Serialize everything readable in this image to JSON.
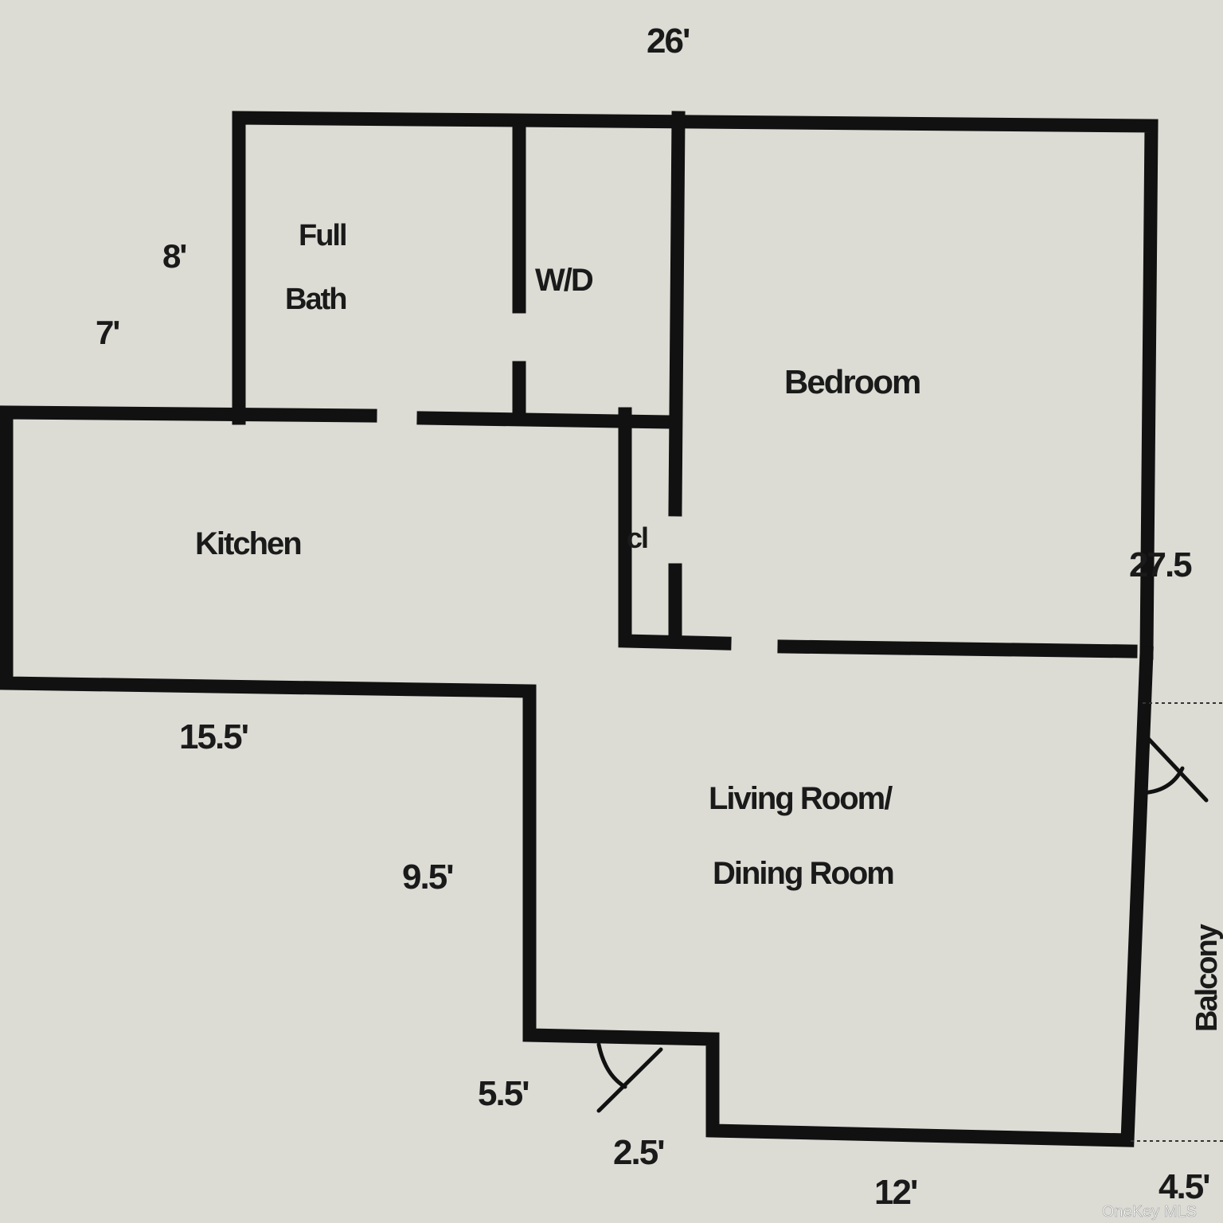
{
  "rooms": {
    "full_bath_line1": "Full",
    "full_bath_line2": "Bath",
    "washer_dryer": "W/D",
    "bedroom": "Bedroom",
    "kitchen": "Kitchen",
    "closet": "cl",
    "living_line1": "Living Room/",
    "living_line2": "Dining Room",
    "balcony": "Balcony"
  },
  "dimensions": {
    "top": "26'",
    "bath_height": "8'",
    "bath_offset": "7'",
    "right": "27.5",
    "kitchen_width": "15.5'",
    "living_left": "9.5'",
    "entry_width": "5.5'",
    "entry_step": "2.5'",
    "living_bottom": "12'",
    "balcony_width": "4.5'"
  },
  "watermark": "OneKey MLS"
}
